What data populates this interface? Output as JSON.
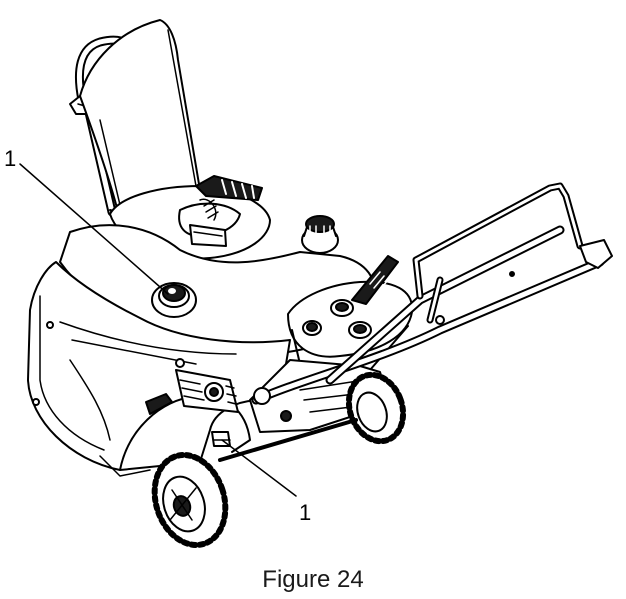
{
  "figure": {
    "caption": "Figure 24",
    "callouts": [
      {
        "label": "1"
      },
      {
        "label": "1"
      }
    ]
  },
  "colors": {
    "line": "#000000",
    "fill": "#ffffff",
    "shade": "#1a1a1a"
  }
}
